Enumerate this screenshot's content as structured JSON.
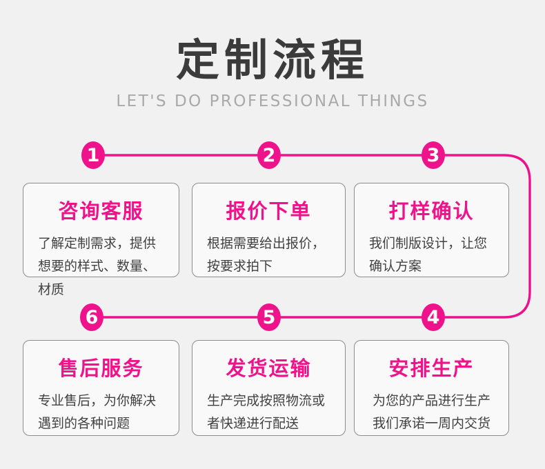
{
  "header": {
    "title": "定制流程",
    "subtitle": "LET'S DO PROFESSIONAL THINGS"
  },
  "colors": {
    "accent_pink": "#ee128b",
    "flow_line": "#ec128b",
    "title_text": "#3b3b3b",
    "subtitle_text": "#a9a9a9",
    "body_text": "#414141",
    "card_border": "#8c8c8c",
    "card_background": "#f9f9fa",
    "page_background": "#f1f1f2"
  },
  "steps": [
    {
      "num": "1",
      "title": "咨询客服",
      "desc": "了解定制需求，提供想要的样式、数量、材质"
    },
    {
      "num": "2",
      "title": "报价下单",
      "desc": "根据需要给出报价，按要求拍下"
    },
    {
      "num": "3",
      "title": "打样确认",
      "desc": "我们制版设计，让您确认方案"
    },
    {
      "num": "4",
      "title": "安排生产",
      "desc": "为您的产品进行生产\n我们承诺一周内交货"
    },
    {
      "num": "5",
      "title": "发货运输",
      "desc": "生产完成按照物流或者快递进行配送"
    },
    {
      "num": "6",
      "title": "售后服务",
      "desc": "专业售后，为你解决遇到的各种问题"
    }
  ]
}
